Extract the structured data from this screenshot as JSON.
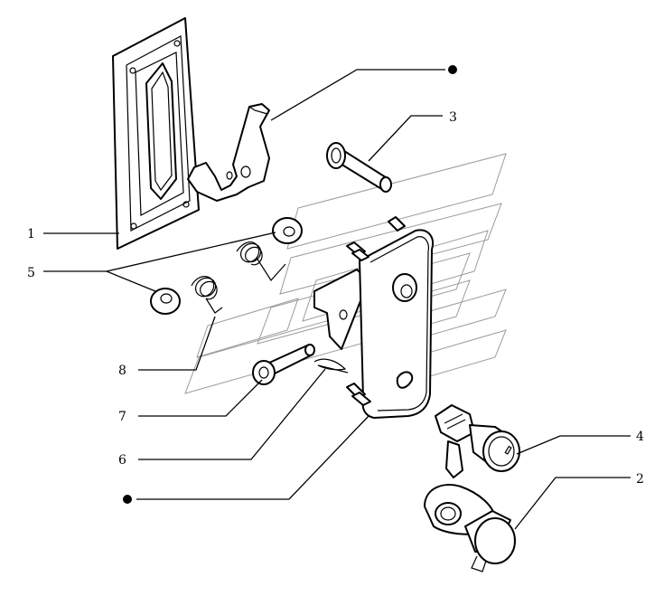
{
  "callouts": {
    "c1": "1",
    "c2": "2",
    "c3": "3",
    "c4": "4",
    "c5": "5",
    "c6": "6",
    "c7": "7",
    "c8": "8"
  },
  "colors": {
    "ink": "#000000",
    "watermark": "#9a9a9a",
    "background": "#ffffff"
  }
}
